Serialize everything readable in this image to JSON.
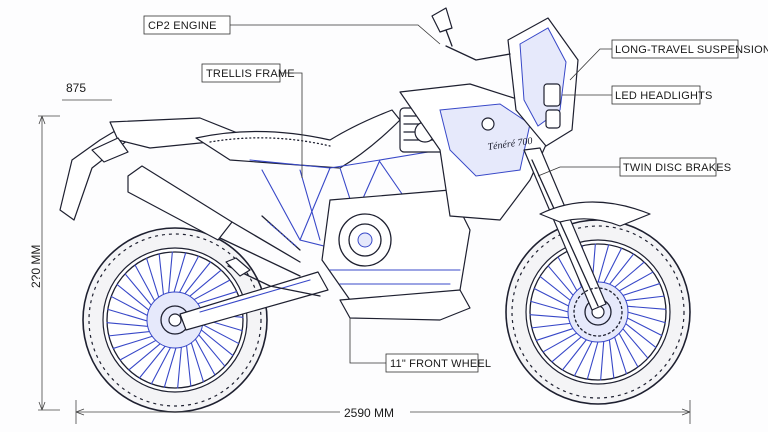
{
  "callouts": {
    "engine": "CP2 ENGINE",
    "frame": "TRELLIS FRAME",
    "suspension": "LONG-TRAVEL SUSPENSION",
    "headlights": "LED HEADLIGHTS",
    "brakes": "TWIN DISC BRAKES",
    "wheel": "11\" FRONT WHEEL"
  },
  "dimensions": {
    "seat_height": "875",
    "overall_height": "2?0 MM",
    "overall_length": "2590 MM"
  },
  "tank_logo": "Ténéré 700"
}
